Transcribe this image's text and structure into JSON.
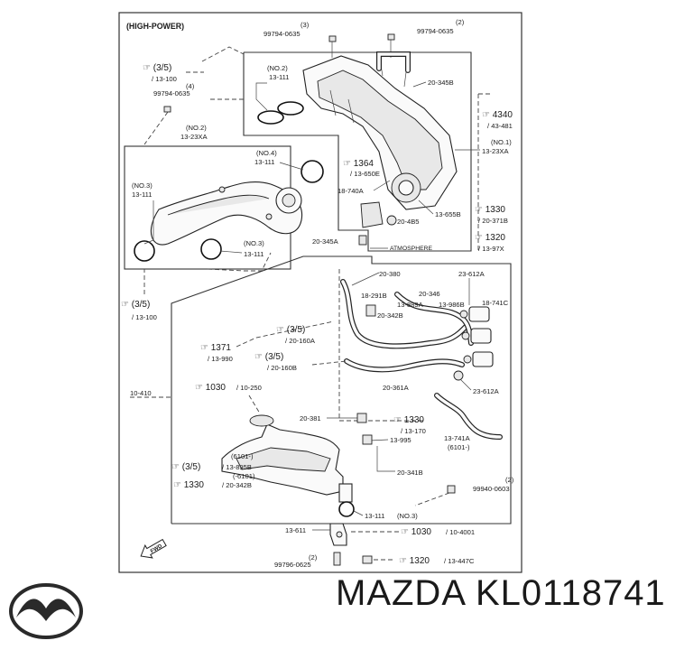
{
  "variant": "(HIGH-POWER)",
  "fwd_label": "FWD",
  "atmosphere": "ATMOSPHERE",
  "labels": {
    "top_screw_1_num": "(3)",
    "top_screw_1_code": "99794-0635",
    "top_screw_2_num": "(2)",
    "top_screw_2_code": "99794-0635",
    "l_ref_35_a": "(3/5)",
    "l_ref_13100_a": "/ 13-100",
    "l_num4": "(4)",
    "l_99794": "99794-0635",
    "no2_a": "(NO.2)",
    "no2_a_code": "13-111",
    "no2_b": "(NO.2)",
    "no2_b_code": "13-23XA",
    "no4": "(NO.4)",
    "no4_code": "13-111",
    "no3_a": "(NO.3)",
    "no3_a_code": "13-111",
    "no3_b": "(NO.3)",
    "no3_b_code": "13-111",
    "c_20345b": "20-345B",
    "r_4340": "4340",
    "r_43481": "/ 43-481",
    "no1": "(NO.1)",
    "no1_code": "13-23XA",
    "r_1364": "1364",
    "r_13650e": "/ 13-650E",
    "r_18740a": "18-740A",
    "r_13655b": "13-655B",
    "r_1330a": "1330",
    "r_20371b": "/ 20-371B",
    "r_204b5": "20-4B5",
    "r_1320a": "1320",
    "r_1397x": "/ 13-97X",
    "r_20345a": "20-345A",
    "l_ref_35_b": "(3/5)",
    "l_ref_13100_b": "/ 13-100",
    "m_20380": "20-380",
    "m_23612a_top": "23-612A",
    "m_18291b": "18-291B",
    "m_20346": "20-346",
    "m_13986b": "13-986B",
    "m_13889a": "13-889A",
    "m_18741c": "18-741C",
    "m_20342b": "20-342B",
    "m_1371": "1371",
    "m_13990": "/ 13-990",
    "m_35_160a": "(3/5)",
    "m_20160a": "/ 20-160A",
    "m_35_160b": "(3/5)",
    "m_20160b": "/ 20-160B",
    "m_10410": "10-410",
    "m_20361a": "20-361A",
    "m_23612a_bot": "23-612A",
    "m_1030a": "1030",
    "m_10250": "/ 10-250",
    "m_20381": "20-381",
    "m_1330b": "1330",
    "m_13170": "/ 13-170",
    "m_13995": "13-995",
    "m_13741a": "13-741A",
    "m_6101a": "(6101-)",
    "m_6101b": "(6101-)",
    "m_35_13895b": "(3/5)",
    "m_13895b": "/ 13-895B",
    "m_6101c": "(-6101)",
    "m_1330c": "1330",
    "m_20342b_b": "/ 20-342B",
    "m_20341b": "20-341B",
    "m_num2_b": "(2)",
    "m_99940": "99940-0603",
    "m_13111_no3": "13-111",
    "m_no3_c": "(NO.3)",
    "b_13611": "13-611",
    "b_1030": "1030",
    "b_104001": "/ 10-4001",
    "b_num2": "(2)",
    "b_99796": "99796-0625",
    "b_1320": "1320",
    "b_13447c": "/ 13-447C"
  },
  "footer": {
    "brand": "MAZDA",
    "part_number": "KL0118741"
  }
}
